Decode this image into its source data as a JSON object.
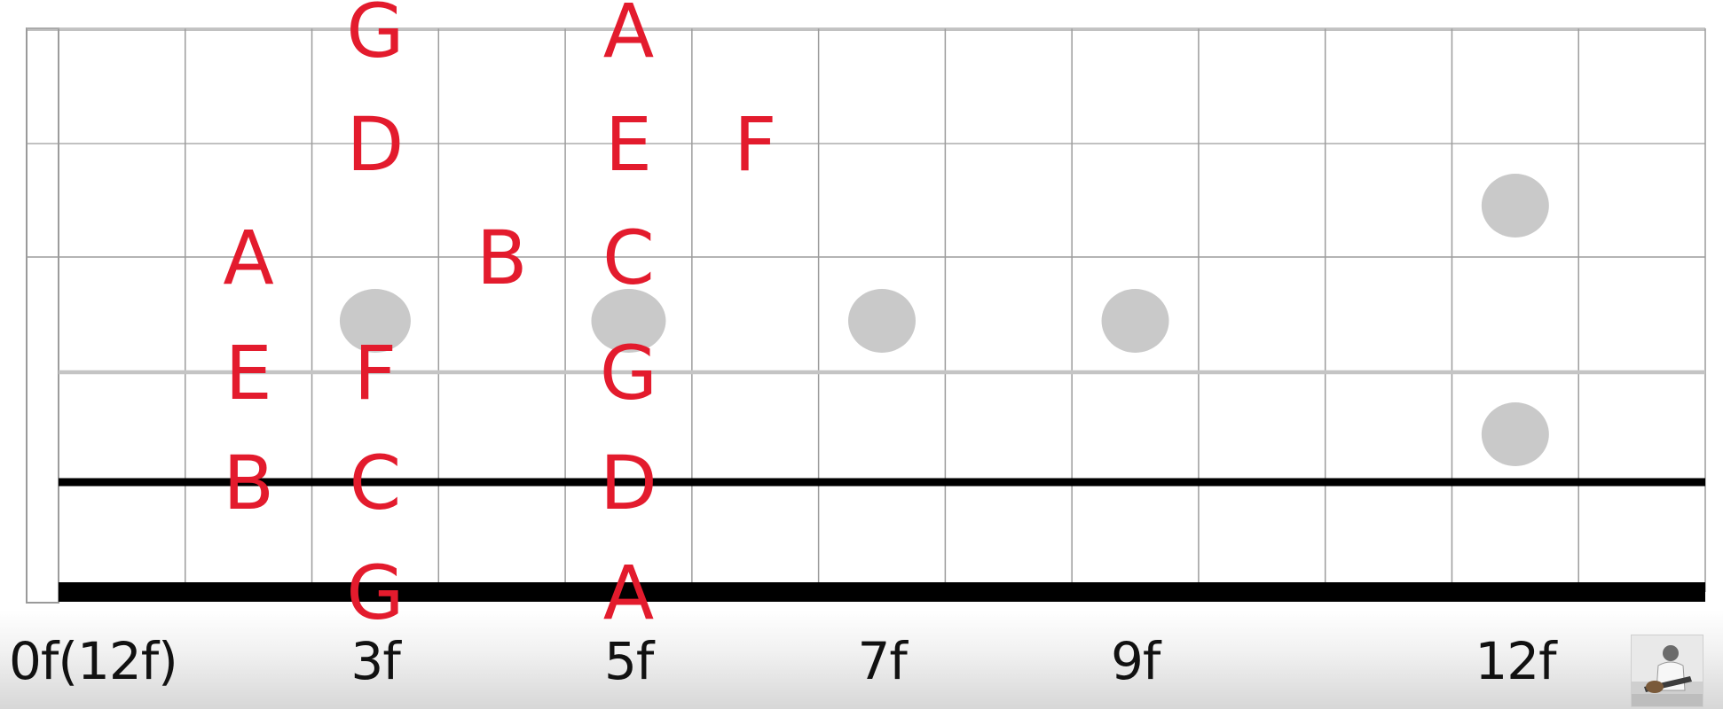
{
  "diagram": {
    "type": "guitar-fretboard",
    "frets_shown": 13,
    "strings_shown": 6,
    "note_color": "#e31b2d",
    "marker_color": "#c9c9c9",
    "notes": [
      {
        "label": "G",
        "string": 1,
        "fret": 3
      },
      {
        "label": "A",
        "string": 1,
        "fret": 5
      },
      {
        "label": "D",
        "string": 2,
        "fret": 3
      },
      {
        "label": "E",
        "string": 2,
        "fret": 5
      },
      {
        "label": "F",
        "string": 2,
        "fret": 6
      },
      {
        "label": "A",
        "string": 3,
        "fret": 2
      },
      {
        "label": "B",
        "string": 3,
        "fret": 4
      },
      {
        "label": "C",
        "string": 3,
        "fret": 5
      },
      {
        "label": "E",
        "string": 4,
        "fret": 2
      },
      {
        "label": "F",
        "string": 4,
        "fret": 3
      },
      {
        "label": "G",
        "string": 4,
        "fret": 5
      },
      {
        "label": "B",
        "string": 5,
        "fret": 2
      },
      {
        "label": "C",
        "string": 5,
        "fret": 3
      },
      {
        "label": "D",
        "string": 5,
        "fret": 5
      },
      {
        "label": "G",
        "string": 6,
        "fret": 3
      },
      {
        "label": "A",
        "string": 6,
        "fret": 5
      }
    ],
    "fret_markers": [
      {
        "fret": 3,
        "position": "middle"
      },
      {
        "fret": 5,
        "position": "middle"
      },
      {
        "fret": 7,
        "position": "middle"
      },
      {
        "fret": 9,
        "position": "middle"
      },
      {
        "fret": 12,
        "position": "upper"
      },
      {
        "fret": 12,
        "position": "lower"
      }
    ],
    "fret_labels": [
      {
        "text": "0f(12f)",
        "fret": 0
      },
      {
        "text": "3f",
        "fret": 3
      },
      {
        "text": "5f",
        "fret": 5
      },
      {
        "text": "7f",
        "fret": 7
      },
      {
        "text": "9f",
        "fret": 9
      },
      {
        "text": "12f",
        "fret": 12
      }
    ]
  },
  "thumbnail": {
    "icon": "guitarist-avatar-icon"
  }
}
